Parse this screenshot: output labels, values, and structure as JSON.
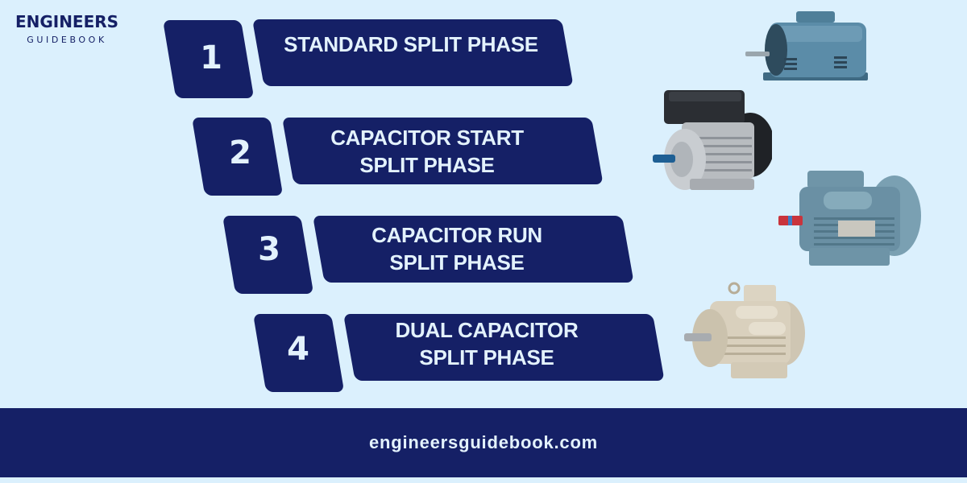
{
  "brand": {
    "name": "ENGINEERS",
    "subtitle": "GUIDEBOOK"
  },
  "items": [
    {
      "number": "1",
      "line1": "STANDARD SPLIT PHASE",
      "line2": "",
      "image": "blue-split-phase-motor"
    },
    {
      "number": "2",
      "line1": "CAPACITOR START",
      "line2": "SPLIT PHASE",
      "image": "silver-black-capacitor-start-motor"
    },
    {
      "number": "3",
      "line1": "CAPACITOR RUN",
      "line2": "SPLIT PHASE",
      "image": "grey-blue-capacitor-run-motor"
    },
    {
      "number": "4",
      "line1": "DUAL CAPACITOR",
      "line2": "SPLIT PHASE",
      "image": "beige-dual-capacitor-motor"
    }
  ],
  "footer": {
    "website": "engineersguidebook.com"
  },
  "colors": {
    "background": "#dbf0fd",
    "navy": "#152066",
    "text_light": "#e3f2fd"
  }
}
